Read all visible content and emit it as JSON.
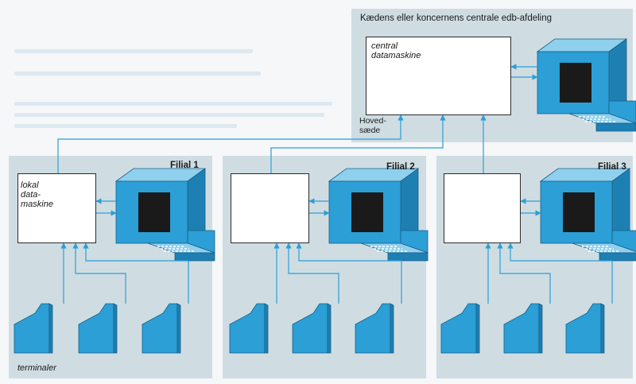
{
  "headquarters": {
    "title": "Kædens eller koncernens centrale edb-afdeling",
    "central_computer": "central\ndatamaskine",
    "hq_label": "Hoved-\nsæde"
  },
  "branches": [
    {
      "name": "Filial 1",
      "computer_label": "lokal\ndata-\nmaskine"
    },
    {
      "name": "Filial 2",
      "computer_label": ""
    },
    {
      "name": "Filial 3",
      "computer_label": ""
    }
  ],
  "terminals_label": "terminaler",
  "colors": {
    "panel": "#cfdde3",
    "device": "#2b9fd6",
    "wire": "#2b9fd6",
    "screen": "#1a1a1a"
  }
}
